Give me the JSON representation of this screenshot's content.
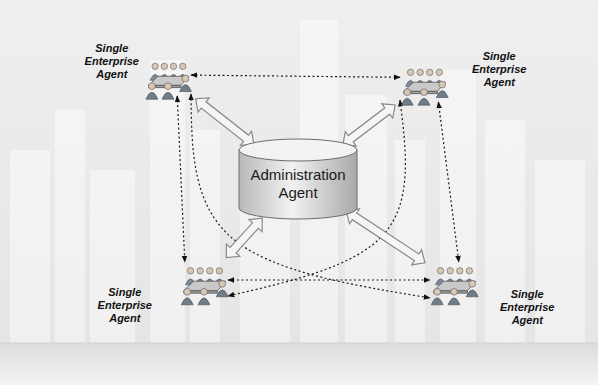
{
  "diagram": {
    "nodes": [
      {
        "text": [
          "Single Enterprise Agent"
        ]
      },
      {
        "text": [
          "Single Enterprise Agent"
        ]
      },
      {
        "text": [
          "Administration Agent"
        ]
      },
      {
        "text": [
          "Single Enterprise Agent"
        ]
      },
      {
        "text": [
          "Single Enterprise Agent"
        ]
      }
    ],
    "edges": [
      {
        "from": 0,
        "to": 1,
        "arrow": "both"
      },
      {
        "from": 0,
        "to": 3,
        "arrow": "both"
      },
      {
        "from": 1,
        "to": 4,
        "arrow": "both"
      },
      {
        "from": 3,
        "to": 4,
        "arrow": "both"
      },
      {
        "from": 0,
        "to": 4,
        "arrow": "both"
      },
      {
        "from": 1,
        "to": 3,
        "arrow": "both"
      },
      {
        "from": 2,
        "to": 0,
        "arrow": "both"
      },
      {
        "from": 2,
        "to": 1,
        "arrow": "both"
      },
      {
        "from": 2,
        "to": 3,
        "arrow": "both"
      },
      {
        "from": 2,
        "to": 4,
        "arrow": "both"
      }
    ]
  }
}
